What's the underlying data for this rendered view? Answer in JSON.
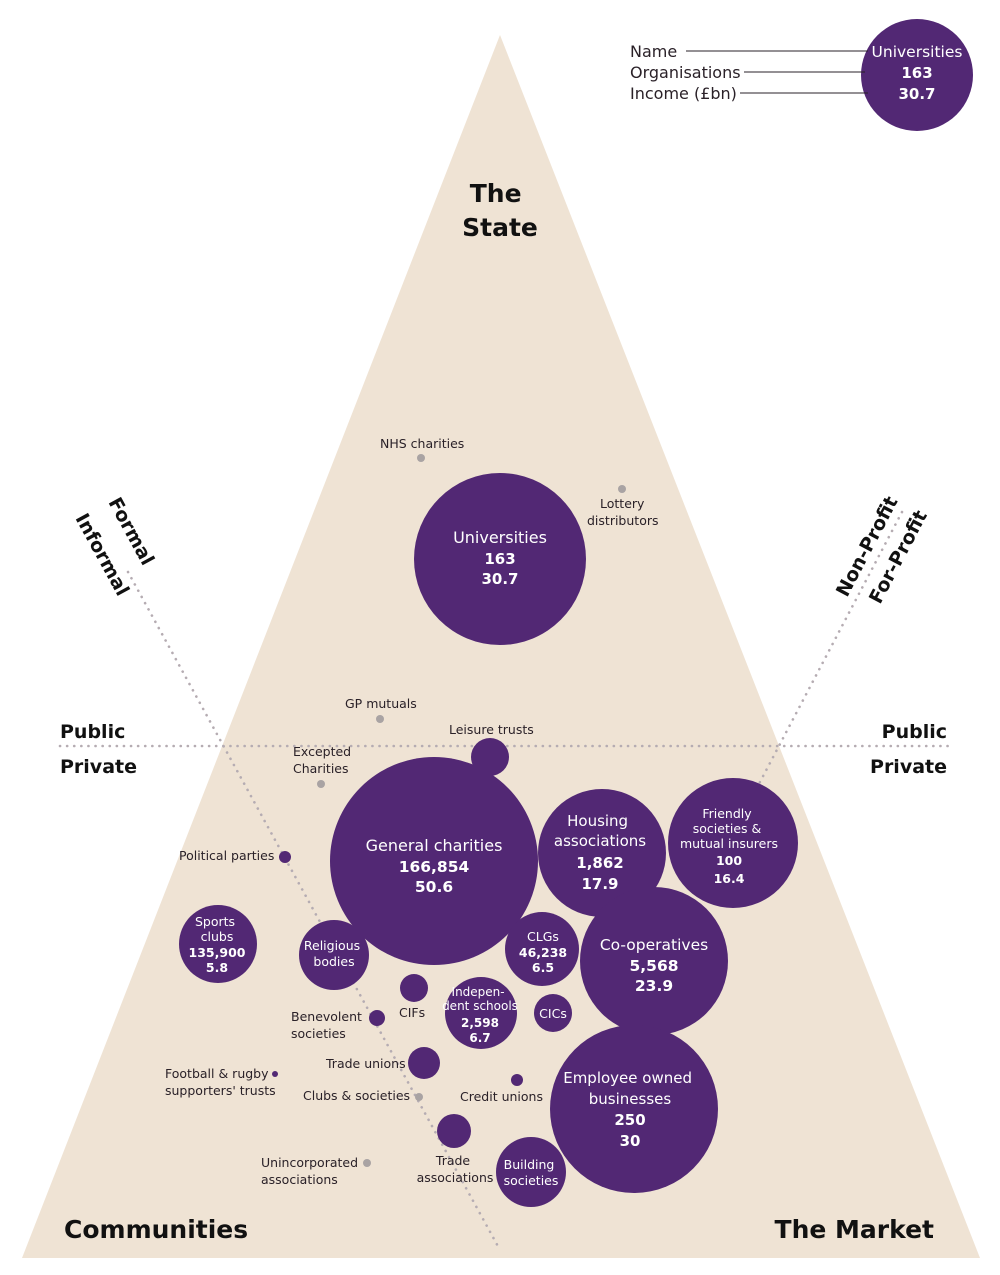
{
  "colors": {
    "triangle_fill": "#efe3d4",
    "bubble": "#522874",
    "small_dot": "#a9a3a3",
    "axis_dots": "#b5acb2",
    "text_dark": "#2a2128",
    "text_light": "#ffffff"
  },
  "corners": {
    "top": "The State",
    "bottom_left": "Communities",
    "bottom_right": "The Market"
  },
  "axes": {
    "horizontal": {
      "left_upper": "Public",
      "left_lower": "Private",
      "right_upper": "Public",
      "right_lower": "Private"
    },
    "left_diagonal": {
      "upper": "Formal",
      "lower": "Informal"
    },
    "right_diagonal": {
      "upper": "Non-Profit",
      "lower": "For-Profit"
    }
  },
  "legend": {
    "field_labels": [
      "Name",
      "Organisations",
      "Income (£bn)"
    ],
    "example": {
      "name": "Universities",
      "organisations": "163",
      "income": "30.7"
    }
  },
  "organisation_types": [
    {
      "id": "universities",
      "name": "Universities",
      "organisations": "163",
      "income": "30.7"
    },
    {
      "id": "general-charities",
      "name": "General charities",
      "organisations": "166,854",
      "income": "50.6"
    },
    {
      "id": "housing-associations",
      "name": "Housing associations",
      "organisations": "1,862",
      "income": "17.9"
    },
    {
      "id": "friendly-societies",
      "name": "Friendly societies & mutual insurers",
      "organisations": "100",
      "income": "16.4"
    },
    {
      "id": "co-operatives",
      "name": "Co-operatives",
      "organisations": "5,568",
      "income": "23.9"
    },
    {
      "id": "employee-owned",
      "name": "Employee owned businesses",
      "organisations": "250",
      "income": "30"
    },
    {
      "id": "sports-clubs",
      "name": "Sports clubs",
      "organisations": "135,900",
      "income": "5.8"
    },
    {
      "id": "clgs",
      "name": "CLGs",
      "organisations": "46,238",
      "income": "6.5"
    },
    {
      "id": "independent-schools",
      "name": "Independent schools",
      "organisations": "2,598",
      "income": "6.7"
    },
    {
      "id": "religious-bodies",
      "name": "Religious bodies"
    },
    {
      "id": "building-societies",
      "name": "Building societies"
    },
    {
      "id": "cics",
      "name": "CICs"
    },
    {
      "id": "cifs",
      "name": "CIFs"
    },
    {
      "id": "leisure-trusts",
      "name": "Leisure trusts"
    },
    {
      "id": "trade-associations",
      "name": "Trade associations"
    },
    {
      "id": "trade-unions",
      "name": "Trade unions"
    },
    {
      "id": "benevolent-societies",
      "name": "Benevolent societies"
    },
    {
      "id": "political-parties",
      "name": "Political parties"
    },
    {
      "id": "credit-unions",
      "name": "Credit unions"
    },
    {
      "id": "football-rugby-trusts",
      "name": "Football & rugby supporters' trusts"
    },
    {
      "id": "nhs-charities",
      "name": "NHS charities"
    },
    {
      "id": "lottery-distributors",
      "name": "Lottery distributors"
    },
    {
      "id": "gp-mutuals",
      "name": "GP mutuals"
    },
    {
      "id": "excepted-charities",
      "name": "Excepted Charities"
    },
    {
      "id": "clubs-societies",
      "name": "Clubs & societies"
    },
    {
      "id": "unincorporated-associations",
      "name": "Unincorporated associations"
    }
  ]
}
